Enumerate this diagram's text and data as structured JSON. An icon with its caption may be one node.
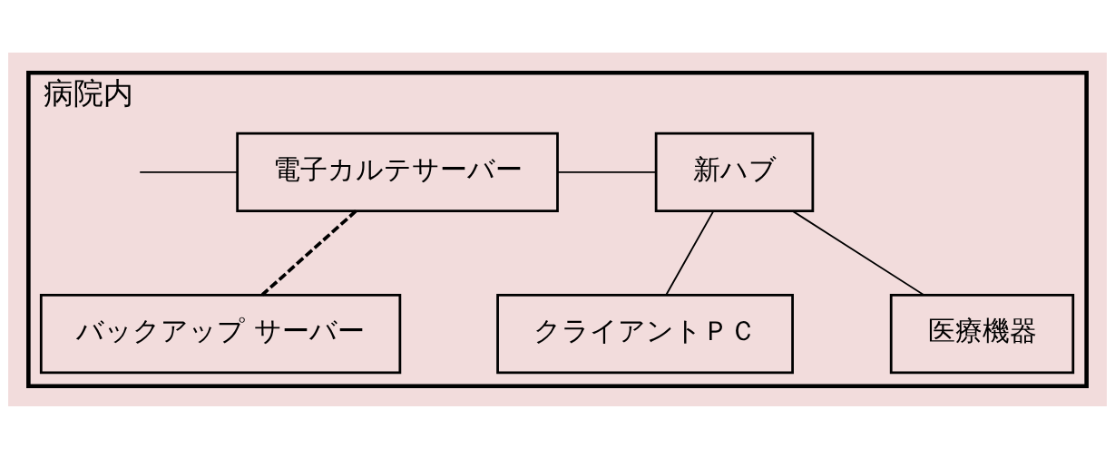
{
  "diagram": {
    "nodes": [
      {
        "text": [
          "病院内"
        ]
      },
      {
        "text": [
          "電子カルテサーバー"
        ],
        "in": 0
      },
      {
        "text": [
          "バックアップ サーバー"
        ],
        "in": 0
      },
      {
        "text": [
          "新ハブ"
        ],
        "in": 0
      },
      {
        "text": [
          "クライアントＰＣ"
        ],
        "in": 0
      },
      {
        "text": [
          "医療機器"
        ],
        "in": 0
      }
    ],
    "edges": [
      {
        "from": null,
        "to": 1,
        "arrow": "none"
      },
      {
        "from": 1,
        "to": 3,
        "arrow": "none"
      },
      {
        "from": 1,
        "to": 2,
        "arrow": "none",
        "style": "dashed"
      },
      {
        "from": 3,
        "to": 4,
        "arrow": "none"
      },
      {
        "from": 3,
        "to": 5,
        "arrow": "none"
      }
    ]
  }
}
